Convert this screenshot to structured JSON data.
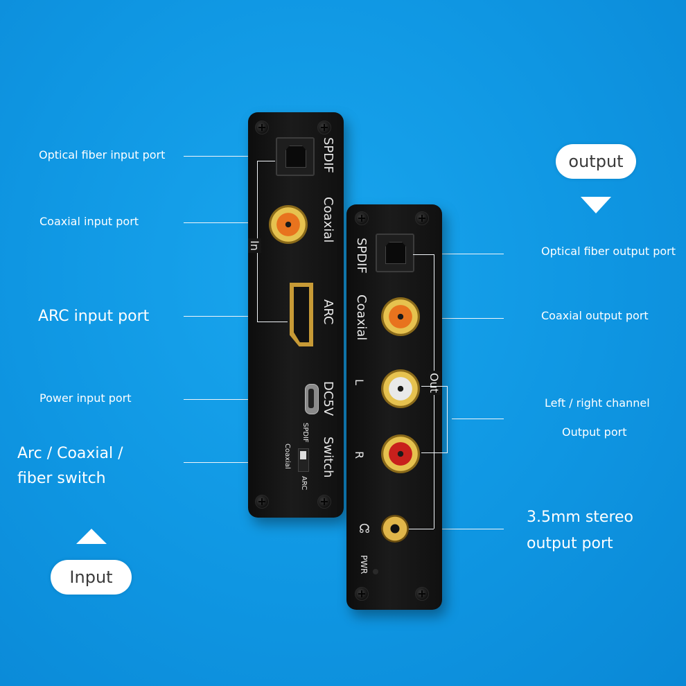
{
  "callouts": {
    "optical_in": "Optical fiber input port",
    "coaxial_in": "Coaxial input port",
    "arc_in": "ARC input port",
    "power_in": "Power input port",
    "switch_line1": "Arc / Coaxial /",
    "switch_line2": "fiber switch",
    "optical_out": "Optical fiber output port",
    "coaxial_out": "Coaxial output port",
    "lr_line1": "Left / right channel",
    "lr_line2": "Output port",
    "stereo_line1": "3.5mm stereo",
    "stereo_line2": "output port"
  },
  "badges": {
    "output": "output",
    "input": "Input"
  },
  "input_panel": {
    "spdif": "SPDIF",
    "coaxial": "Coaxial",
    "in": "In",
    "arc": "ARC",
    "dc5v": "DC5V",
    "switch": "Switch",
    "sw_coaxial": "Coaxial",
    "sw_spdif": "SPDIF",
    "sw_arc": "ARC"
  },
  "output_panel": {
    "spdif": "SPDIF",
    "coaxial": "Coaxial",
    "l": "L",
    "r": "R",
    "out": "Out",
    "pwr": "PWR"
  },
  "colors": {
    "background": "#0f96e2",
    "device": "#141414",
    "rca_orange": "#e8731e",
    "rca_white": "#e9e9e9",
    "rca_red": "#c8201c",
    "gold": "#e6c24f"
  },
  "icons": {
    "headphone": "headphone-icon"
  }
}
